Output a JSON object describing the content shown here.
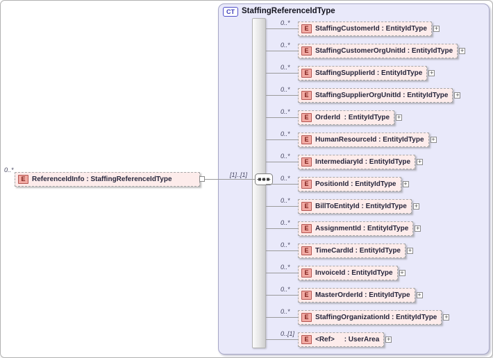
{
  "ui": {
    "expand_glyph": "+"
  },
  "root_element": {
    "cardinality": "0..*",
    "badge": "E",
    "name": "ReferenceIdInfo",
    "type_suffix": " : StaffingReferenceIdType"
  },
  "complex_type": {
    "badge": "CT",
    "title": "StaffingReferenceIdType",
    "compositor_cardinality": "[1]..[1]"
  },
  "children": [
    {
      "cardinality": "0..*",
      "badge": "E",
      "name": "StaffingCustomerId",
      "type_suffix": " : EntityIdType"
    },
    {
      "cardinality": "0..*",
      "badge": "E",
      "name": "StaffingCustomerOrgUnitId",
      "type_suffix": " : EntityIdType"
    },
    {
      "cardinality": "0..*",
      "badge": "E",
      "name": "StaffingSupplierId",
      "type_suffix": " : EntityIdType"
    },
    {
      "cardinality": "0..*",
      "badge": "E",
      "name": "StaffingSupplierOrgUnitId",
      "type_suffix": " : EntityIdType"
    },
    {
      "cardinality": "0..*",
      "badge": "E",
      "name": "OrderId",
      "type_suffix": "  : EntityIdType"
    },
    {
      "cardinality": "0..*",
      "badge": "E",
      "name": "HumanResourceId",
      "type_suffix": " : EntityIdType"
    },
    {
      "cardinality": "0..*",
      "badge": "E",
      "name": "IntermediaryId",
      "type_suffix": " : EntityIdType"
    },
    {
      "cardinality": "0..*",
      "badge": "E",
      "name": "PositionId",
      "type_suffix": " : EntityIdType"
    },
    {
      "cardinality": "0..*",
      "badge": "E",
      "name": "BillToEntityId",
      "type_suffix": " : EntityIdType"
    },
    {
      "cardinality": "0..*",
      "badge": "E",
      "name": "AssignmentId",
      "type_suffix": " : EntityIdType"
    },
    {
      "cardinality": "0..*",
      "badge": "E",
      "name": "TimeCardId",
      "type_suffix": " : EntityIdType"
    },
    {
      "cardinality": "0..*",
      "badge": "E",
      "name": "InvoiceId",
      "type_suffix": " : EntityIdType"
    },
    {
      "cardinality": "0..*",
      "badge": "E",
      "name": "MasterOrderId",
      "type_suffix": " : EntityIdType"
    },
    {
      "cardinality": "0..*",
      "badge": "E",
      "name": "StaffingOrganizationId",
      "type_suffix": " : EntityIdType"
    },
    {
      "cardinality": "0..[1]",
      "badge": "E",
      "name": "<Ref>",
      "type_suffix": "     : UserArea"
    }
  ]
}
